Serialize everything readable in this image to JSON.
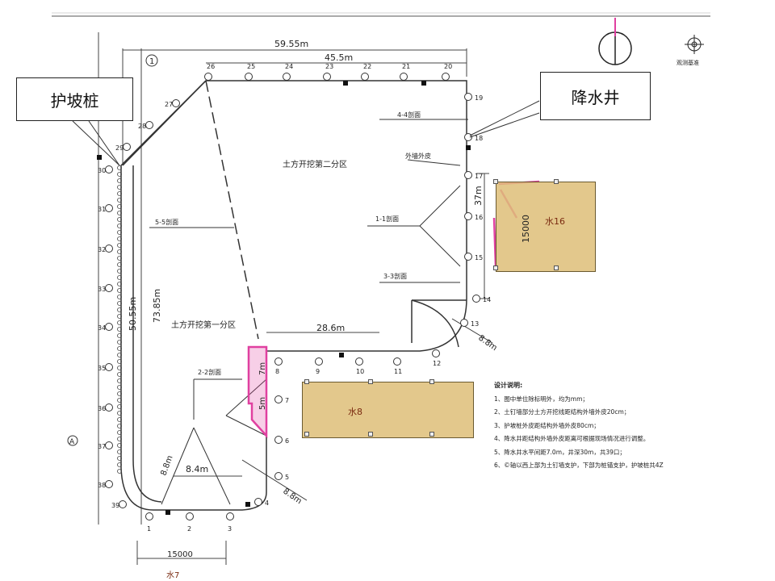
{
  "callouts": {
    "slope_pile": "护坡桩",
    "dewatering_well": "降水井"
  },
  "dimensions": {
    "top_total": "59.55m",
    "top_inner": "45.5m",
    "left_outer": "73.85m",
    "left_inner": "50.55m",
    "right_side": "37m",
    "mid_width": "28.6m",
    "lower_width": "8.4m",
    "corner_radius_a": "8.8m",
    "corner_radius_b": "8.8m",
    "corner_radius_c": "8.8m",
    "step_7m": "7m",
    "step_5m": "5m",
    "bottom_15000": "15000",
    "tank_15000": "15000"
  },
  "zones": {
    "zone2": "土方开挖第二分区",
    "zone1": "土方开挖第一分区",
    "outer_wall": "外墙外皮"
  },
  "sections": {
    "s11": "1-1剖面",
    "s22": "2-2剖面",
    "s33": "3-3剖面",
    "s44": "4-4剖面",
    "s55": "5-5剖面"
  },
  "axis_labels": {
    "axis1": "1",
    "axisA": "A"
  },
  "wells": {
    "top": [
      "26",
      "25",
      "24",
      "23",
      "22",
      "21",
      "20"
    ],
    "right": [
      "19",
      "18",
      "17",
      "16",
      "15",
      "14",
      "13"
    ],
    "inner": [
      "8",
      "9",
      "10",
      "11",
      "12"
    ],
    "step": [
      "7",
      "6",
      "5",
      "4"
    ],
    "bottom": [
      "1",
      "2",
      "3"
    ],
    "left": [
      "27",
      "28",
      "29",
      "30",
      "31",
      "32",
      "33",
      "34",
      "35",
      "36",
      "37",
      "38",
      "39"
    ]
  },
  "tanks": {
    "tank16": "水16",
    "tank8": "水8",
    "tank7": "水7"
  },
  "legend": {
    "north_caption": "观测基准"
  },
  "notes": {
    "title": "设计说明:",
    "lines": [
      "1、图中单位除标明外，均为mm；",
      "2、土钉墙部分土方开挖线距结构外墙外皮20cm；",
      "3、护坡桩外皮距结构外墙外皮80cm；",
      "4、降水井距结构外墙外皮距离可根据现场情况进行调整。",
      "5、降水井水平间距7.0m，井深30m，共39口；",
      "6、©轴以西上部为土钉墙支护，下部为桩锚支护，护坡桩共4Z"
    ]
  },
  "colors": {
    "line": "#333333",
    "pink": "#e040a0",
    "tank_fill": "#dcbc78"
  }
}
